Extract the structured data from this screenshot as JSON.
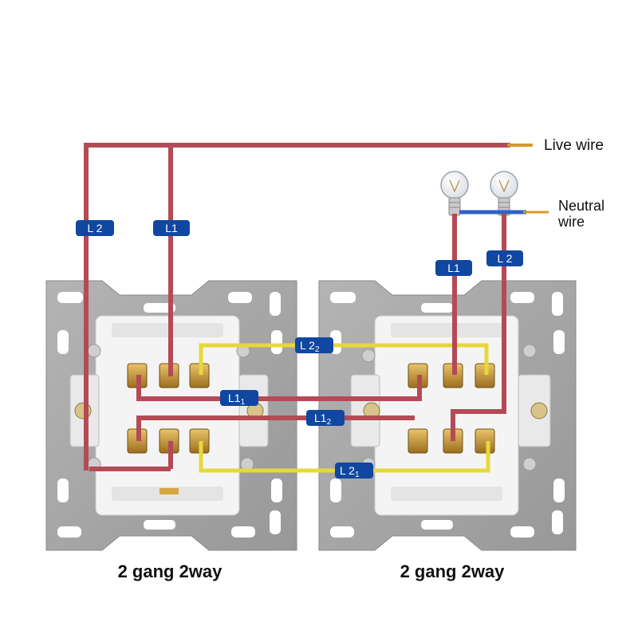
{
  "live_wire_label": "Live wire",
  "neutral_wire_label_line1": "Neutral",
  "neutral_wire_label_line2": "wire",
  "switch_left_caption": "2 gang 2way",
  "switch_right_caption": "2 gang 2way",
  "tags": {
    "left_L2": "L 2",
    "left_L1": "L1",
    "lamp_L1": "L1",
    "lamp_L2": "L 2",
    "L22": "L 2",
    "L22_sub": "2",
    "L11": "L1",
    "L11_sub": "1",
    "L12": "L1",
    "L12_sub": "2",
    "L21": "L 2",
    "L21_sub": "1"
  },
  "colors": {
    "live": "#b44a55",
    "live_dark": "#7d2a33",
    "traveler": "#e6d83a",
    "neutral": "#2f62c8",
    "tag_bg": "#1047a0",
    "plate": "#a7a7a7",
    "module": "#f5f5f5",
    "terminal": "#c99a3a"
  }
}
